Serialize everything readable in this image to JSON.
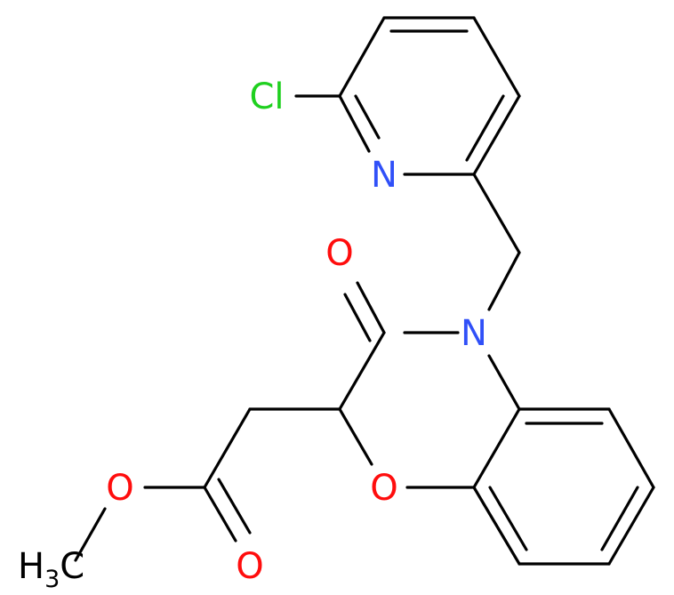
{
  "structure": {
    "atoms": [
      {
        "id": "cl",
        "symbol": "Cl",
        "color": "#1fd01f"
      },
      {
        "id": "n_pyridine",
        "symbol": "N",
        "color": "#3050f8"
      },
      {
        "id": "n_ring",
        "symbol": "N",
        "color": "#3050f8"
      },
      {
        "id": "o_keto",
        "symbol": "O",
        "color": "#ff0d0d"
      },
      {
        "id": "o_ring",
        "symbol": "O",
        "color": "#ff0d0d"
      },
      {
        "id": "o_ester",
        "symbol": "O",
        "color": "#ff0d0d"
      },
      {
        "id": "o_carbonyl",
        "symbol": "O",
        "color": "#ff0d0d"
      },
      {
        "id": "methyl",
        "symbol": "H",
        "subscript": "3",
        "tail": "C",
        "color": "#000000"
      }
    ]
  }
}
